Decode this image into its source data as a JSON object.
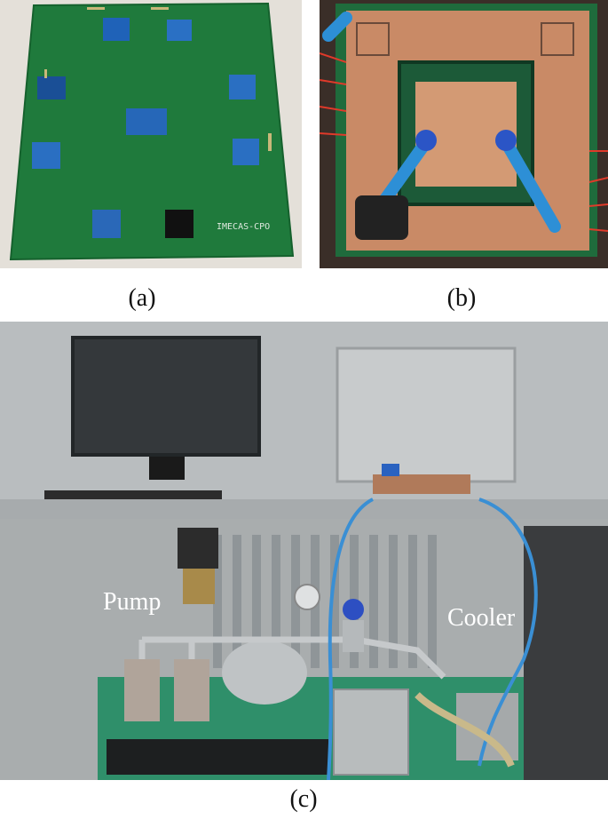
{
  "figure": {
    "panel_a": {
      "caption": "(a)",
      "board_label": "IMECAS-CPO"
    },
    "panel_b": {
      "caption": "(b)"
    },
    "panel_c": {
      "caption": "(c)",
      "pump_label": "Pump",
      "cooler_label": "Cooler"
    }
  }
}
